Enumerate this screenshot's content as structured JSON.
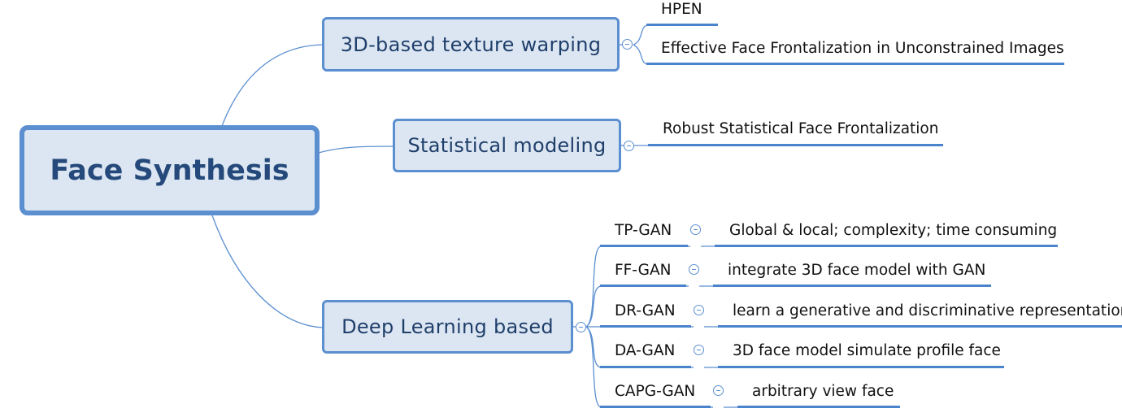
{
  "root": {
    "label": "Face Synthesis"
  },
  "branches": [
    {
      "label": "3D-based texture warping",
      "children": [
        {
          "label": "HPEN"
        },
        {
          "label": "Effective Face Frontalization in Unconstrained Images"
        }
      ]
    },
    {
      "label": "Statistical modeling",
      "children": [
        {
          "label": "Robust Statistical Face Frontalization"
        }
      ]
    },
    {
      "label": "Deep Learning based",
      "children": [
        {
          "label": "TP-GAN",
          "note": "Global & local; complexity; time consuming"
        },
        {
          "label": "FF-GAN",
          "note": "integrate 3D face model with GAN"
        },
        {
          "label": "DR-GAN",
          "note": "learn a generative and discriminative representation"
        },
        {
          "label": "DA-GAN",
          "note": "3D face model simulate profile face"
        },
        {
          "label": "CAPG-GAN",
          "note": "arbitrary view face"
        }
      ]
    }
  ],
  "colors": {
    "line": "#5b8fd0",
    "box_fill": "#dce6f2",
    "text": "#1f3f6b"
  },
  "icons": {
    "collapse": "collapse-minus-icon"
  }
}
